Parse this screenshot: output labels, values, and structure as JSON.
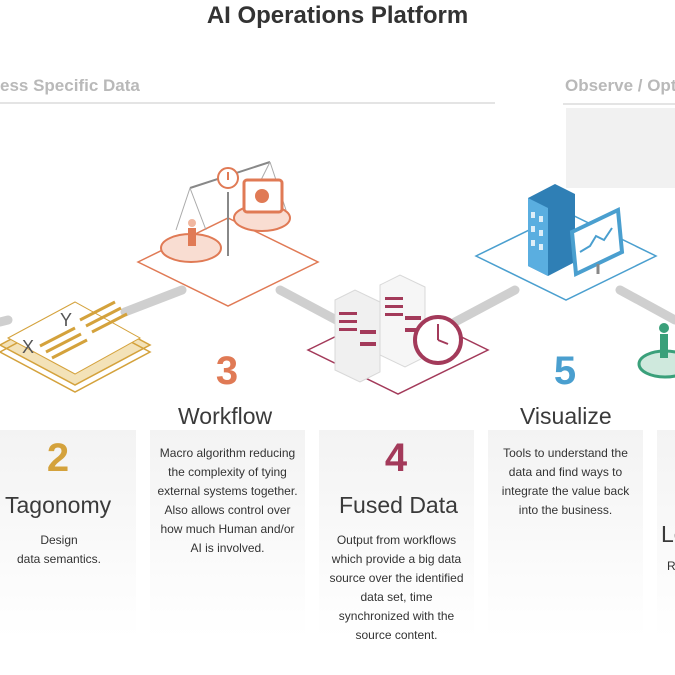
{
  "title": "AI Operations Platform",
  "sections": {
    "left": "ess Specific Data",
    "right": "Observe / Opt"
  },
  "steps": [
    {
      "num": "2",
      "title": "Tagonomy",
      "desc": "Design\ndata semantics.",
      "color": "#d4a23c"
    },
    {
      "num": "3",
      "title": "Workflow",
      "desc": "Macro algorithm reducing\nthe complexity of tying\nexternal systems together.\nAlso allows control over\nhow much Human and/or\nAI is involved.",
      "color": "#e07a55"
    },
    {
      "num": "4",
      "title": "Fused Data",
      "desc": "Output from workflows\nwhich provide a big data\nsource over the identified\ndata set, time\nsynchronized with the\nsource content.",
      "color": "#a33a5a"
    },
    {
      "num": "5",
      "title": "Visualize",
      "desc": "Tools to understand the\ndata and find ways to\nintegrate the value back\ninto the business.",
      "color": "#4a9fcf"
    },
    {
      "title": "Le",
      "desc": "R"
    }
  ],
  "colors": {
    "tagonomy": "#d4a23c",
    "workflow": "#e07a55",
    "fused": "#a33a5a",
    "visualize": "#4a9fcf",
    "learn": "#3aa07a"
  }
}
